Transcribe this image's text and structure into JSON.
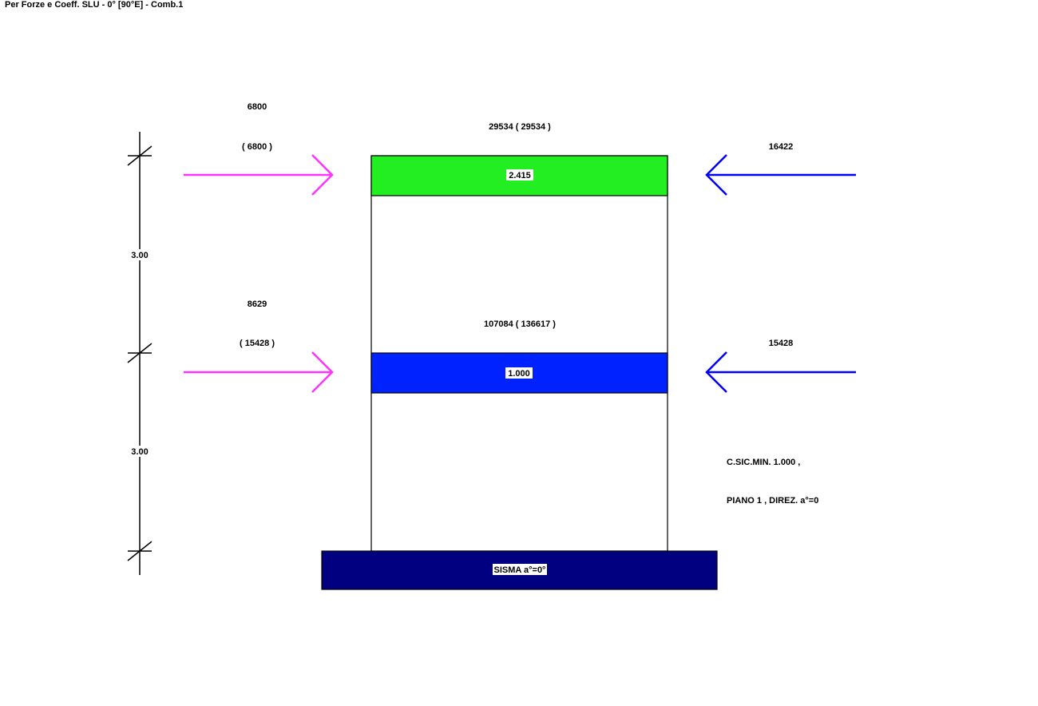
{
  "title": "Per Forze e Coeff. SLU - 0° [90°E] - Comb.1",
  "colors": {
    "left_arrow": "#ff33ff",
    "right_arrow": "#0000ff",
    "floor_top": "#22ee22",
    "floor_mid": "#0022ff",
    "base": "#000080"
  },
  "dimensions": {
    "storey_2_height": "3.00",
    "storey_1_height": "3.00"
  },
  "floors": {
    "top": {
      "left_force": "6800",
      "left_force_cumulative": "( 6800 )",
      "right_force": "16422",
      "weight": "29534  ( 29534 )",
      "coefficient": "2.415"
    },
    "mid": {
      "left_force": "8629",
      "left_force_cumulative": "( 15428 )",
      "right_force": "15428",
      "weight": "107084  ( 136617 )",
      "coefficient": "1.000"
    }
  },
  "base_label": "SISMA a°=0°",
  "summary": {
    "line1": "C.SIC.MIN. 1.000 ,",
    "line2": "PIANO 1 , DIREZ. a°=0"
  }
}
